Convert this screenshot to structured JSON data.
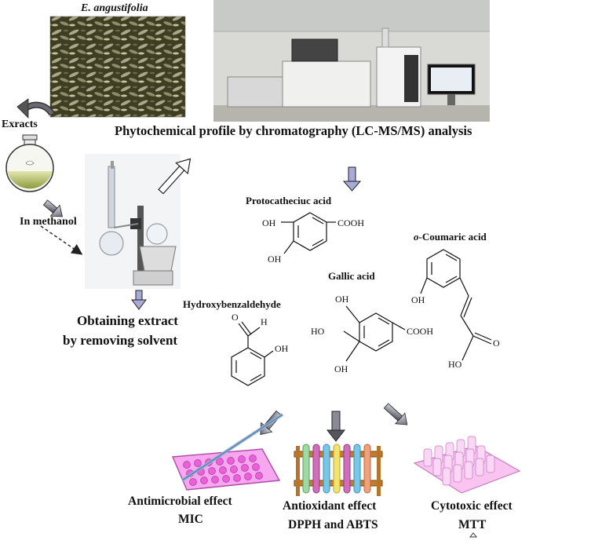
{
  "plant": {
    "name": "E. angustifolia"
  },
  "extracts_label": "Exracts",
  "solvent_label": "In methanol",
  "lcms_label": "Phytochemical profile by chromatography (LC-MS/MS) analysis",
  "evap_label_line1": "Obtaining extract",
  "evap_label_line2": "by removing solvent",
  "compounds": {
    "protocatechuic": {
      "name": "Protocatheciuc acid",
      "oh1": "OH",
      "oh2": "OH",
      "cooh": "COOH"
    },
    "coumaric": {
      "prefix": "o",
      "name": "-Coumaric acid",
      "oh": "OH",
      "ho": "HO",
      "o": "O"
    },
    "gallic": {
      "name": "Gallic acid",
      "oh_top": "OH",
      "ho_left": "HO",
      "oh_bottom": "OH",
      "cooh": "COOH"
    },
    "hydroxybenzaldehyde": {
      "name": "Hydroxybenzaldehyde",
      "o": "O",
      "h": "H",
      "oh": "OH"
    }
  },
  "assays": {
    "antimicrobial": {
      "line1": "Antimicrobial effect",
      "line2": "MIC"
    },
    "antioxidant": {
      "line1": "Antioxidant effect",
      "line2": "DPPH and ABTS"
    },
    "cytotoxic": {
      "line1": "Cytotoxic effect",
      "line2": "MTT"
    }
  }
}
